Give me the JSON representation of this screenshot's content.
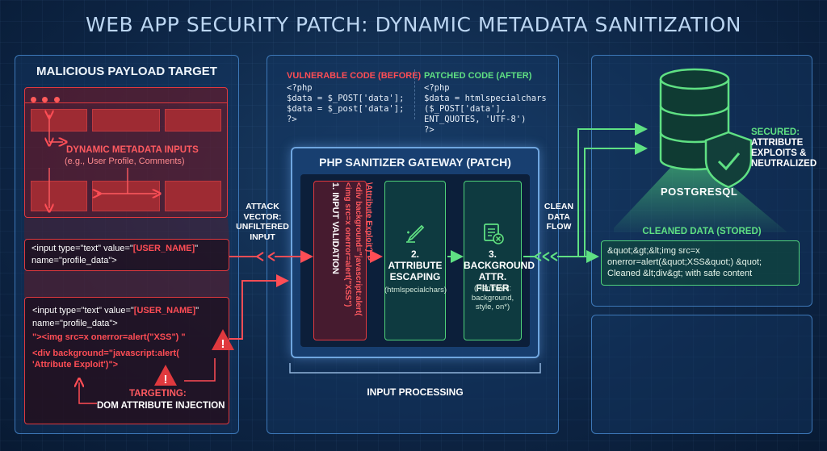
{
  "title": "WEB APP SECURITY PATCH: DYNAMIC METADATA SANITIZATION",
  "left_panel": {
    "title": "MALICIOUS PAYLOAD TARGET",
    "inputs_label": "DYNAMIC METADATA INPUTS",
    "inputs_sub": "(e.g., User Profile, Comments)",
    "field_line1_pre": "<input type=\"text\" value=\"",
    "field_user": "[USER_NAME]",
    "field_line1_post": "\"",
    "field_line2": "name=\"profile_data\">",
    "payload_line1_pre": "<input type=\"text\" value=\"",
    "payload_user": "[USER_NAME]",
    "payload_line1_post": "\"",
    "payload_line2": "name=\"profile_data\">",
    "payload_line3": "\"><img src=x onerror=alert(\"XSS\") \"",
    "payload_line4": "<div background=\"javascript:alert(",
    "payload_line5": "'Attribute Exploit')\">",
    "targeting_label": "TARGETING:",
    "targeting_sub": "DOM ATTRIBUTE INJECTION"
  },
  "attack_vector": [
    "ATTACK",
    "VECTOR:",
    "UNFILTERED",
    "INPUT"
  ],
  "code": {
    "before_title": "VULNERABLE CODE (BEFORE)",
    "before_lines": [
      "<?php",
      "  $data = $_POST['data'];",
      "  $data = $_post['data'];",
      "?>"
    ],
    "after_title": "PATCHED CODE (AFTER)",
    "after_lines": [
      "<?php",
      "  $data = htmlspecialchars",
      "      ($_POST['data'],",
      "      ENT_QUOTES, 'UTF-8')",
      "?>"
    ]
  },
  "gateway": {
    "title": "PHP SANITIZER GATEWAY (PATCH)",
    "step1_title": "1. INPUT VALIDATION",
    "step1_line1": "<img src=x onerror=alert(\"XSS\")",
    "step1_line2": "<div background=\"javascript:alert(",
    "step1_line3": "\\Attribute Exploit')\">",
    "step2_title_1": "2.",
    "step2_title_2": "ATTRIBUTE",
    "step2_title_3": "ESCAPING",
    "step2_sub": "(htmlspecialchars)",
    "step3_title_1": "3.",
    "step3_title_2": "BACKGROUND",
    "step3_title_3": "ATTR. FILTER",
    "step3_sub": [
      "(Removes:",
      "background,",
      "style, on*)"
    ],
    "processing_label": "INPUT PROCESSING"
  },
  "clean_flow": [
    "CLEAN",
    "DATA",
    "FLOW"
  ],
  "right_panel": {
    "secured": [
      "SECURED:",
      "ATTRIBUTE",
      "EXPLOITS &",
      "NEUTRALIZED"
    ],
    "db_label": "POSTGRESQL",
    "cleaned_title": "CLEANED DATA (STORED)",
    "cleaned_lines": [
      "&quot;&gt;&lt;img src=x",
      "onerror=alert(&quot;XSS&quot;) &quot;",
      "Cleaned &lt;div&gt; with safe content"
    ]
  },
  "colors": {
    "red": "#e0393e",
    "green": "#4fd37a",
    "blue": "#3d78b8"
  }
}
